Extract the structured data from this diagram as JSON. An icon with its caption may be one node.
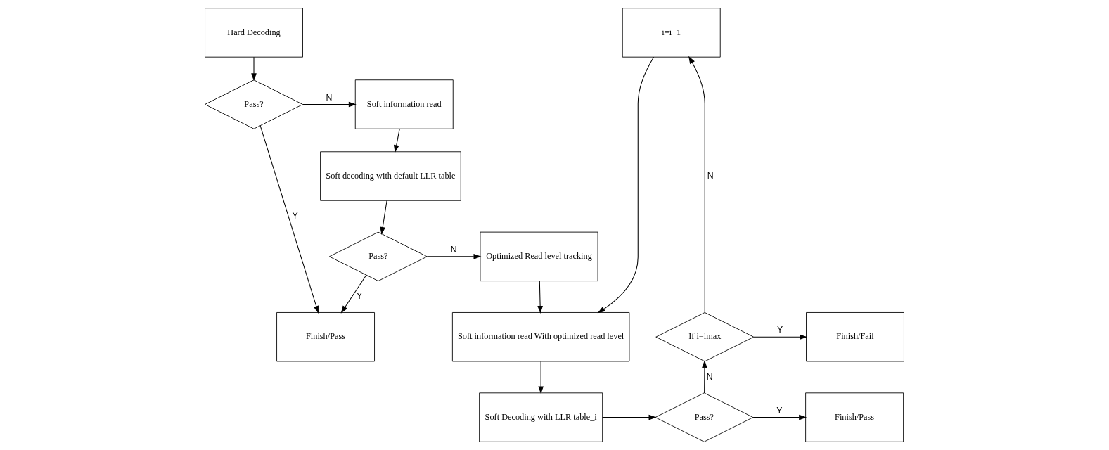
{
  "diagram": {
    "nodes": [
      {
        "text": [
          "Hard Decoding"
        ]
      },
      {
        "text": [
          "Pass?"
        ]
      },
      {
        "text": [
          "Finish/Pass"
        ]
      },
      {
        "text": [
          "Soft information read"
        ]
      },
      {
        "text": [
          "Soft decoding with default LLR table"
        ]
      },
      {
        "text": [
          "Pass?"
        ]
      },
      {
        "text": [
          "Optimized Read level tracking"
        ]
      },
      {
        "text": [
          "Soft information read With optimized read level"
        ]
      },
      {
        "text": [
          "Soft Decoding with LLR table_i"
        ]
      },
      {
        "text": [
          "i=i+1"
        ]
      },
      {
        "text": [
          "If i=imax"
        ]
      },
      {
        "text": [
          "Pass?"
        ]
      },
      {
        "text": [
          "Finish/Fail"
        ]
      },
      {
        "text": [
          "Finish/Pass"
        ]
      }
    ],
    "edges": [
      {
        "from": 0,
        "to": 1,
        "arrow": "to"
      },
      {
        "from": 1,
        "to": 3,
        "arrow": "to",
        "label": "N"
      },
      {
        "from": 1,
        "to": 2,
        "arrow": "to",
        "label": "Y"
      },
      {
        "from": 3,
        "to": 4,
        "arrow": "to"
      },
      {
        "from": 4,
        "to": 5,
        "arrow": "to"
      },
      {
        "from": 5,
        "to": 2,
        "arrow": "to",
        "label": "Y"
      },
      {
        "from": 5,
        "to": 6,
        "arrow": "to",
        "label": "N"
      },
      {
        "from": 6,
        "to": 7,
        "arrow": "to"
      },
      {
        "from": 7,
        "to": 8,
        "arrow": "to"
      },
      {
        "from": 8,
        "to": 11,
        "arrow": "to"
      },
      {
        "from": 11,
        "to": 10,
        "arrow": "to",
        "label": "N"
      },
      {
        "from": 11,
        "to": 13,
        "arrow": "to",
        "label": "Y"
      },
      {
        "from": 10,
        "to": 9,
        "arrow": "to",
        "label": "N"
      },
      {
        "from": 10,
        "to": 12,
        "arrow": "to",
        "label": "Y"
      },
      {
        "from": 9,
        "to": 7,
        "arrow": "to"
      }
    ]
  }
}
